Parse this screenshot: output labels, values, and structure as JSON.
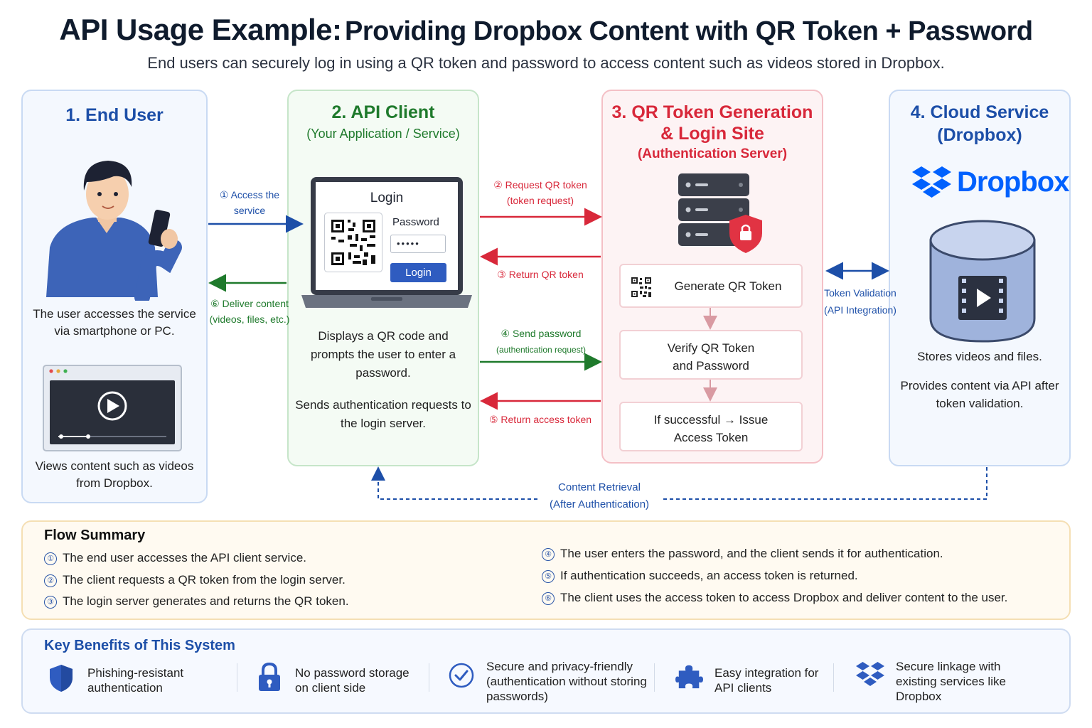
{
  "title": {
    "main": "API Usage Example:",
    "rest": "Providing Dropbox Content with QR Token + Password"
  },
  "subtitle": "End users can securely log in using a QR token and password to access content such as videos stored in Dropbox.",
  "panels": {
    "end_user": {
      "title": "1. End User",
      "desc": "The user accesses the service via smartphone or PC.",
      "caption": "Views content such as videos from Dropbox."
    },
    "api_client": {
      "title": "2. API Client",
      "subtitle": "(Your Application / Service)",
      "login_title": "Login",
      "password_label": "Password",
      "password_value": "•••••",
      "login_button": "Login",
      "desc1": "Displays a QR code and prompts the user to enter a password.",
      "desc2": "Sends authentication requests to the login server."
    },
    "auth_server": {
      "title1": "3. QR Token Generation",
      "title2": "& Login Site",
      "subtitle": "(Authentication Server)",
      "step1": "Generate QR Token",
      "step2": "Verify QR Token and Password",
      "step3": "If successful → Issue Access Token"
    },
    "cloud": {
      "title1": "4. Cloud Service",
      "title2": "(Dropbox)",
      "logo_text": "Dropbox",
      "desc1": "Stores videos and files.",
      "desc2": "Provides content via API after token validation."
    }
  },
  "arrows": {
    "a1": {
      "num": "①",
      "text1": "Access the",
      "text2": "service"
    },
    "a2": {
      "num": "②",
      "text1": "Request QR token",
      "text2": "(token request)"
    },
    "a3": {
      "num": "③",
      "text1": "Return QR token"
    },
    "a4": {
      "num": "④",
      "text1": "Send password",
      "text2": "(authentication request)"
    },
    "a5": {
      "num": "⑤",
      "text1": "Return access token"
    },
    "a6": {
      "num": "⑥",
      "text1": "Deliver content",
      "text2": "(videos, files, etc.)"
    },
    "token_validation": {
      "text1": "Token Validation",
      "text2": "(API Integration)"
    },
    "content_retrieval": {
      "text1": "Content Retrieval",
      "text2": "(After Authentication)"
    }
  },
  "flow_summary": {
    "title": "Flow Summary",
    "items": [
      {
        "num": "①",
        "text": "The end user accesses the API client service."
      },
      {
        "num": "②",
        "text": "The client requests a QR token from the login server."
      },
      {
        "num": "③",
        "text": "The login server generates and returns the QR token."
      },
      {
        "num": "④",
        "text": "The user enters the password, and the client sends it for authentication."
      },
      {
        "num": "⑤",
        "text": "If authentication succeeds, an access token is returned."
      },
      {
        "num": "⑥",
        "text": "The client uses the access token to access Dropbox and deliver content to the user."
      }
    ]
  },
  "benefits": {
    "title": "Key Benefits of This System",
    "items": [
      {
        "icon": "shield-icon",
        "text": "Phishing-resistant authentication"
      },
      {
        "icon": "lock-icon",
        "text": "No password storage on client side"
      },
      {
        "icon": "check-circle-icon",
        "text": "Secure and privacy-friendly (authentication without storing passwords)"
      },
      {
        "icon": "puzzle-icon",
        "text": "Easy integration for API clients"
      },
      {
        "icon": "dropbox-icon",
        "text": "Secure linkage with existing services like Dropbox"
      }
    ]
  },
  "colors": {
    "blue": "#1d4fa8",
    "green": "#1f7a2c",
    "red": "#d8283a",
    "dropbox": "#0061fe"
  }
}
